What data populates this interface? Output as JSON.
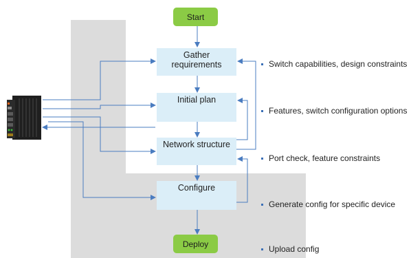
{
  "colors": {
    "region": "#dcdcdc",
    "process_box": "#dbeef8",
    "terminal": "#8bcb45",
    "arrow": "#4a7cc0",
    "bullet": "#3b6fb6"
  },
  "steps": {
    "start": "Start",
    "gather": "Gather requirements",
    "initial": "Initial plan",
    "network": "Network structure",
    "configure": "Configure",
    "deploy": "Deploy"
  },
  "notes": [
    "Switch capabilities, design constraints",
    "Features, switch configuration options",
    "Port check, feature constraints",
    "Generate config for specific device",
    "Upload config"
  ],
  "device": {
    "icon": "industrial-switch-device-icon"
  }
}
